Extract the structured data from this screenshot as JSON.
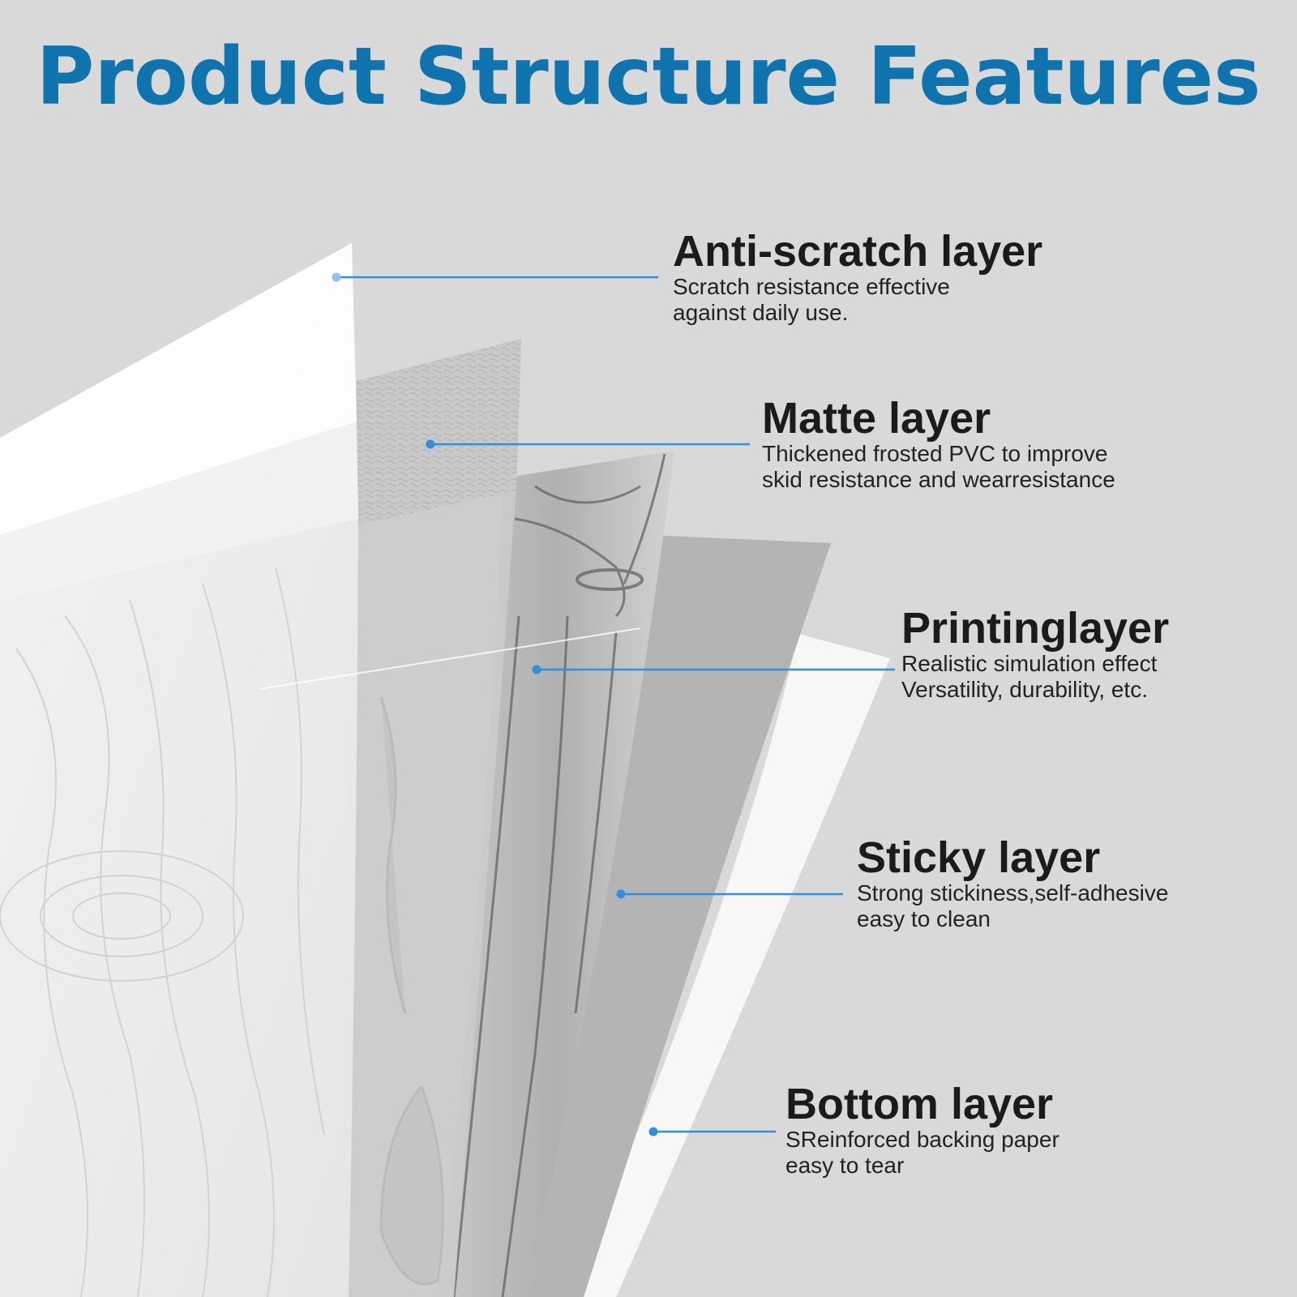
{
  "title": "Product Structure Features",
  "colors": {
    "background": "#d9d9d9",
    "title": "#0f73ae",
    "leader_line": "#2f8fe0",
    "heading": "#1b1b1b"
  },
  "layers": [
    {
      "name": "Anti-scratch layer",
      "description": "Scratch resistance  effective\nagainst daily use."
    },
    {
      "name": "Matte layer",
      "description": "Thickened frosted PVC to improve\nskid resistance and wearresistance"
    },
    {
      "name": "Printinglayer",
      "description": "Realistic simulation effect\nVersatility, durability, etc."
    },
    {
      "name": "Sticky layer",
      "description": "Strong stickiness,self-adhesive\neasy to clean"
    },
    {
      "name": "Bottom layer",
      "description": "SReinforced backing paper\neasy to tear"
    }
  ]
}
